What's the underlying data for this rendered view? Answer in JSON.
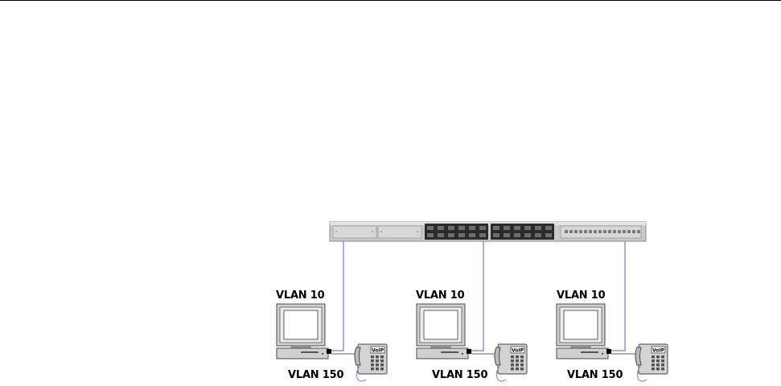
{
  "diagram": {
    "switch_icon": "network-switch-icon",
    "station_count": 3,
    "stations": [
      {
        "data_vlan_label": "VLAN 10",
        "voice_vlan_label": "VLAN 150",
        "pc_icon": "desktop-computer-icon",
        "phone_icon": "voip-phone-icon",
        "phone_badge": "VoIP"
      },
      {
        "data_vlan_label": "VLAN 10",
        "voice_vlan_label": "VLAN 150",
        "pc_icon": "desktop-computer-icon",
        "phone_icon": "voip-phone-icon",
        "phone_badge": "VoIP"
      },
      {
        "data_vlan_label": "VLAN 10",
        "voice_vlan_label": "VLAN 150",
        "pc_icon": "desktop-computer-icon",
        "phone_icon": "voip-phone-icon",
        "phone_badge": "VoIP"
      }
    ],
    "colors": {
      "link": "#8a8fd0",
      "switch_body": "#c9c9c9",
      "switch_ports": "#2b2b2b",
      "monitor": "#d0d0d0",
      "screen": "#ffffff"
    }
  }
}
